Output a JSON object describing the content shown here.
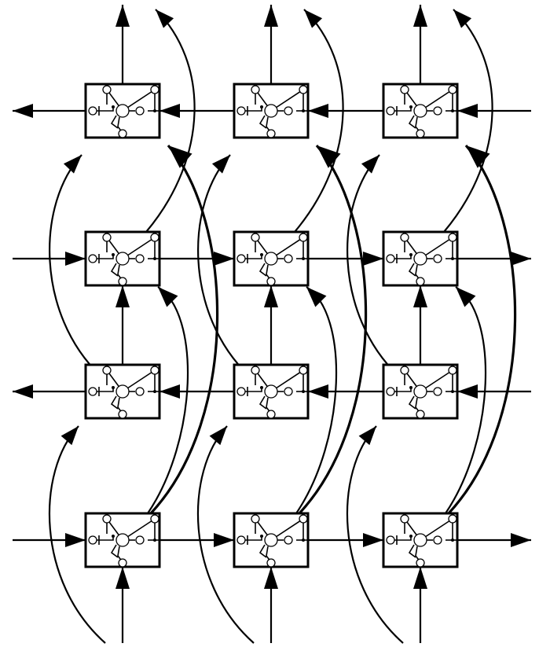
{
  "diagram": {
    "rows": 4,
    "columns": 3,
    "row_directions": [
      "left",
      "right",
      "left",
      "right"
    ],
    "cell_icon": "lstm-memory-block-icon",
    "colors": {
      "line": "#000000",
      "background": "#ffffff"
    }
  }
}
